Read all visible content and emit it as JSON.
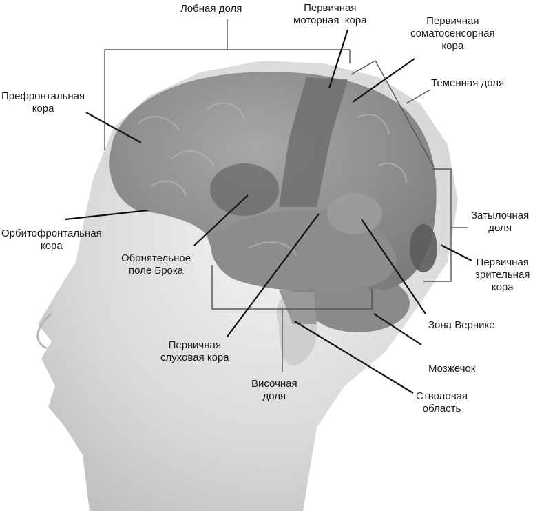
{
  "labels": {
    "frontal_lobe": "Лобная доля",
    "primary_motor_cortex": "Первичная\nмоторная  кора",
    "primary_somatosensory_cortex": "Первичная\nсоматосенсорная\nкора",
    "parietal_lobe": "Теменная доля",
    "prefrontal_cortex": "Префронтальная\nкора",
    "orbitofrontal_cortex": "Орбитофронтальная\nкора",
    "broca_area": "Обонятельное\nполе Брока",
    "occipital_lobe": "Затылочная\nдоля",
    "primary_visual_cortex": "Первичная\nзрительная\nкора",
    "wernicke_area": "Зона Вернике",
    "primary_auditory_cortex": "Первичная\nслуховая кора",
    "cerebellum": "Мозжечок",
    "temporal_lobe": "Височная\nдоля",
    "brainstem": "Стволовая\nобласть"
  },
  "colors": {
    "head": "#d6d6d6",
    "brain": "#8f8f8f",
    "brain_dark": "#6f6f6f",
    "motor_strip": "#6a6a6a",
    "leader_line": "#111111",
    "bracket_line": "#555555"
  }
}
